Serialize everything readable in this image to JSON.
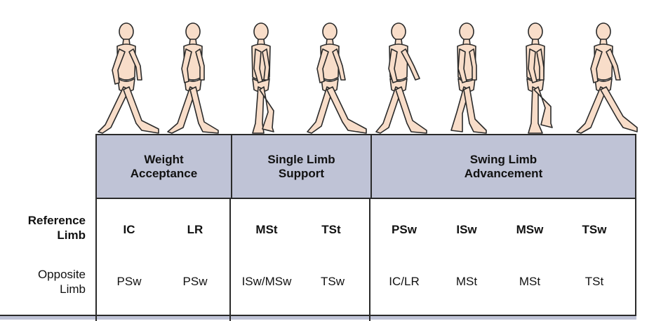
{
  "phases": [
    {
      "label_line1": "Weight",
      "label_line2": "Acceptance"
    },
    {
      "label_line1": "Single Limb",
      "label_line2": "Support"
    },
    {
      "label_line1": "Swing Limb",
      "label_line2": "Advancement"
    }
  ],
  "rows": {
    "reference": {
      "label_line1": "Reference",
      "label_line2": "Limb",
      "cells": [
        "IC",
        "LR",
        "MSt",
        "TSt",
        "PSw",
        "ISw",
        "MSw",
        "TSw"
      ]
    },
    "opposite": {
      "label_line1": "Opposite",
      "label_line2": "Limb",
      "cells": [
        "PSw",
        "PSw",
        "ISw/MSw",
        "TSw",
        "IC/LR",
        "MSt",
        "MSt",
        "TSt"
      ]
    }
  },
  "colors": {
    "header_fill": "#bfc3d6",
    "figure_fill": "#f8ddc9",
    "line": "#2a2a2a"
  }
}
